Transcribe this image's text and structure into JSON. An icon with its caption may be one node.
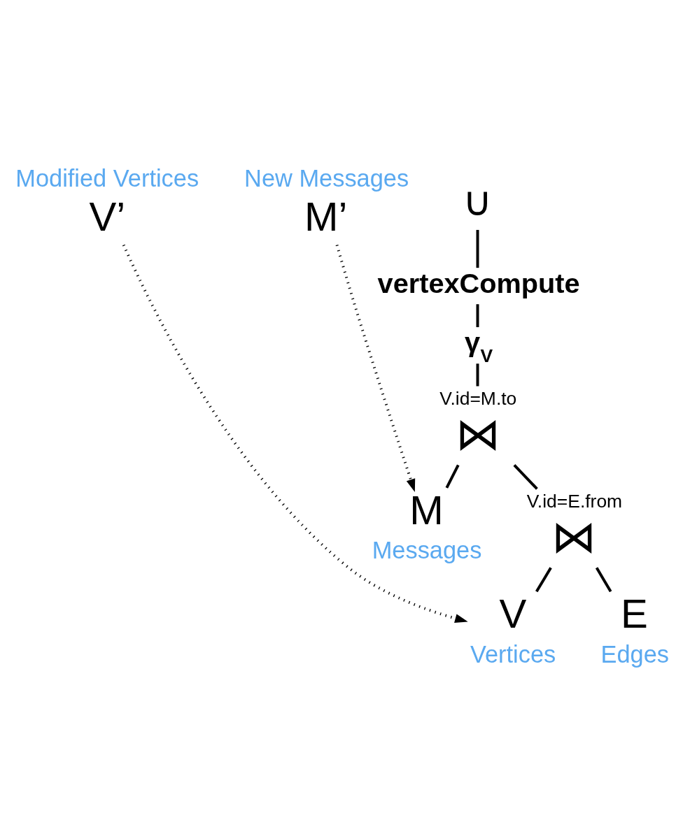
{
  "diagram": {
    "nodes": [
      {
        "text": [
          "V’"
        ],
        "beside": [
          "Modified Vertices"
        ]
      },
      {
        "text": [
          "∪"
        ]
      },
      {
        "text": [
          "M’"
        ],
        "beside": [
          "New Messages"
        ]
      },
      {
        "text": [
          "vertexCompute"
        ]
      },
      {
        "text": [
          "γ$_{V}$"
        ]
      },
      {
        "text": [
          "V.id=M.to",
          "⋈"
        ]
      },
      {
        "text": [
          "V.id=E.from",
          "⋈"
        ]
      },
      {
        "text": [
          "M"
        ],
        "beside": [
          "Messages"
        ]
      },
      {
        "text": [
          "V"
        ],
        "beside": [
          "Vertices"
        ]
      },
      {
        "text": [
          "E"
        ],
        "beside": [
          "Edges"
        ]
      }
    ],
    "edges": [
      {
        "from": 1,
        "to": 3,
        "arrow": "none"
      },
      {
        "from": 3,
        "to": 4,
        "arrow": "none"
      },
      {
        "from": 4,
        "to": 5,
        "arrow": "none"
      },
      {
        "from": 5,
        "to": 6,
        "arrow": "none"
      },
      {
        "from": 5,
        "to": 7,
        "arrow": "none"
      },
      {
        "from": 6,
        "to": 8,
        "arrow": "none"
      },
      {
        "from": 6,
        "to": 9,
        "arrow": "none"
      },
      {
        "from": 0,
        "to": 8,
        "arrow": "to",
        "style": "dashed"
      },
      {
        "from": 2,
        "to": 7,
        "arrow": "to",
        "style": "dashed"
      }
    ]
  }
}
